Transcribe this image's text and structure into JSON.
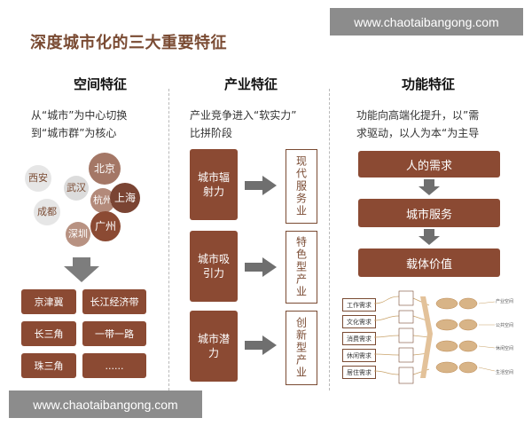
{
  "watermark_top": "www.chaotaibangong.com",
  "watermark_bottom": "www.chaotaibangong.com",
  "title": "深度城市化的三大重要特征",
  "columns": [
    {
      "title": "空间特征",
      "desc_line1": "从“城市”为中心切换",
      "desc_line2": "到“城市群”为核心",
      "cities": {
        "xian": "西安",
        "wuhan": "武汉",
        "beijing": "北京",
        "hangzhou": "杭州",
        "shanghai": "上海",
        "chengdu": "成都",
        "shenzhen": "深圳",
        "guangzhou": "广州"
      },
      "boxes": [
        "京津冀",
        "长江经济带",
        "长三角",
        "一带一路",
        "珠三角",
        "......"
      ]
    },
    {
      "title": "产业特征",
      "desc_line1": "产业竞争进入“软实力”",
      "desc_line2": "比拼阶段",
      "rows": [
        {
          "left": "城市辐射力",
          "right": "现代服务业"
        },
        {
          "left": "城市吸引力",
          "right": "特色型产业"
        },
        {
          "left": "城市潜力",
          "right": "创新型产业"
        }
      ]
    },
    {
      "title": "功能特征",
      "desc_line1": "功能向高端化提升，以”需",
      "desc_line2": "求驱动，以人为本“为主导",
      "flow": [
        "人的需求",
        "城市服务",
        "载体价值"
      ],
      "needs": [
        "工作需求",
        "文化需求",
        "消费需求",
        "休闲需求",
        "居住需求"
      ],
      "spaces": [
        "产业空间",
        "公共空间",
        "休闲空间",
        "生活空间"
      ]
    }
  ]
}
